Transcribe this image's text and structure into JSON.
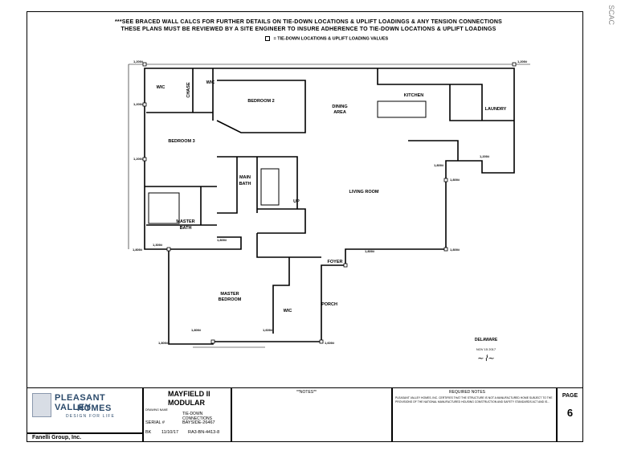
{
  "header": {
    "line1": "***SEE BRACED WALL CALCS FOR FURTHER DETAILS ON TIE-DOWN LOCATIONS & UPLIFT LOADINGS & ANY TENSION CONNECTIONS",
    "line2": "THESE PLANS MUST BE REVIEWED BY A SITE ENGINEER TO INSURE ADHERENCE TO TIE-DOWN LOCATIONS & UPLIFT LOADINGS",
    "legend": "= TIE-DOWN LOCATIONS & UPLIFT LOADING VALUES"
  },
  "watermark": "SCAC",
  "rooms": {
    "wic1": "WIC",
    "chase": "CHASE",
    "wic2": "WIC",
    "bedroom2": "BEDROOM 2",
    "dining": "DINING",
    "area": "AREA",
    "kitchen": "KITCHEN",
    "laundry": "LAUNDRY",
    "bedroom3": "BEDROOM 3",
    "main": "MAIN",
    "bath": "BATH",
    "living": "LIVING ROOM",
    "master1": "MASTER",
    "bath2": "BATH",
    "master2": "MASTER",
    "bedroom": "BEDROOM",
    "foyer": "FOYER",
    "porch": "PORCH",
    "wic3": "WIC",
    "up": "UP"
  },
  "values": [
    "1,200#",
    "1,200#",
    "1,200#",
    "1,200#",
    "1,800#",
    "1,200#",
    "1,300#",
    "1,800#",
    "1,800#",
    "1,800#",
    "1,800#",
    "1,800#",
    "1,600#",
    "1,800#",
    "1,600#",
    "1,800#"
  ],
  "stamp": {
    "title": "DELAWARE",
    "date": "NOV 15 2017"
  },
  "titleblock": {
    "company_main": "PLEASANT VALLEY",
    "company_second": "HOMES",
    "tagline": "DESIGN FOR LIFE",
    "group": "Fanelli Group, Inc.",
    "model": "MAYFIELD II",
    "type": "MODULAR",
    "drawing_label": "DRAWING NAME",
    "drawing_name": "TIE-DOWN CONNECTIONS",
    "serial_label": "SERIAL #",
    "serial_value": "BAYSIDE-26467",
    "drawn_by": "BK",
    "date": "11/10/17",
    "number": "RA3-BN-4413-8",
    "notes_label": "**NOTES**",
    "required_notes": "REQUIRED NOTES",
    "notes_text": "PLEASANT VALLEY HOMES, INC. CERTIFIES THAT THE STRUCTURE IS NOT A MANUFACTURED HOME SUBJECT TO THE PROVISIONS OF THE NATIONAL MANUFACTURED HOUSING CONSTRUCTION AND SAFETY STANDARDS ACT AND IS...",
    "page_label": "PAGE",
    "page_num": "6"
  }
}
